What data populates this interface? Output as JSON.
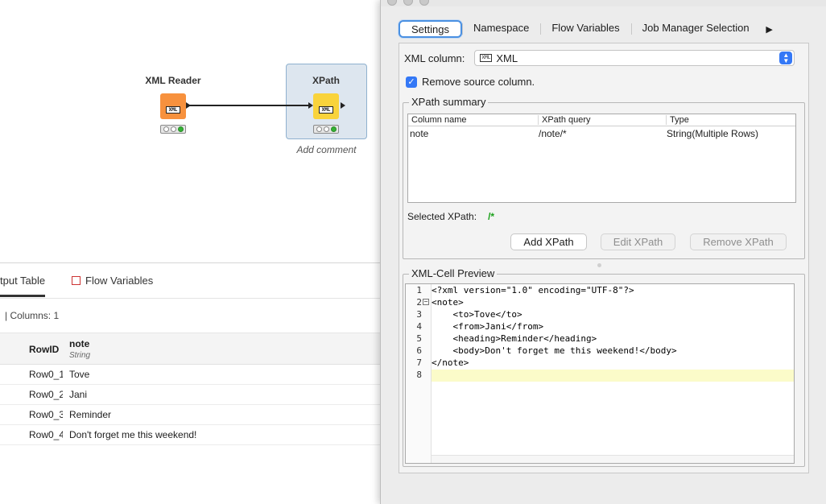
{
  "workflow": {
    "nodes": [
      {
        "title": "XML Reader",
        "icon": "xml-reader-icon",
        "color": "#f7913d",
        "glyph": "XML"
      },
      {
        "title": "XPath",
        "icon": "xpath-icon",
        "color": "#f9d33b",
        "glyph": "XML"
      }
    ],
    "add_comment": "Add comment"
  },
  "output_panel": {
    "tabs": [
      "tput Table",
      "Flow Variables"
    ],
    "meta": "|  Columns: 1",
    "columns": {
      "rowid": "RowID",
      "name": "note",
      "type": "String"
    },
    "rows": [
      {
        "rowid": "Row0_1",
        "value": "Tove"
      },
      {
        "rowid": "Row0_2",
        "value": "Jani"
      },
      {
        "rowid": "Row0_3",
        "value": "Reminder"
      },
      {
        "rowid": "Row0_4",
        "value": "Don't forget me this weekend!"
      }
    ]
  },
  "dialog": {
    "tabs": [
      "Settings",
      "Namespace",
      "Flow Variables",
      "Job Manager Selection"
    ],
    "active_tab": "Settings",
    "xml_column_label": "XML column:",
    "xml_column_chip": "XML",
    "xml_column_value": "XML",
    "remove_source_label": "Remove source column.",
    "remove_source_checked": true,
    "xpath_summary": {
      "title": "XPath summary",
      "headers": [
        "Column name",
        "XPath query",
        "Type"
      ],
      "rows": [
        [
          "note",
          "/note/*",
          "String(Multiple Rows)"
        ]
      ]
    },
    "selected_xpath_label": "Selected XPath:",
    "selected_xpath_value": "/*",
    "buttons": {
      "add": "Add XPath",
      "edit": "Edit XPath",
      "remove": "Remove XPath"
    },
    "preview": {
      "title": "XML-Cell Preview",
      "line_numbers": [
        "1",
        "2",
        "3",
        "4",
        "5",
        "6",
        "7",
        "8"
      ],
      "lines": [
        "<?xml version=\"1.0\" encoding=\"UTF-8\"?>",
        "<note>",
        "    <to>Tove</to>",
        "    <from>Jani</from>",
        "    <heading>Reminder</heading>",
        "    <body>Don't forget me this weekend!</body>",
        "</note>",
        ""
      ]
    }
  },
  "colors": {
    "accent": "#3478f6",
    "selection_green": "#19a019",
    "node_orange": "#f7913d",
    "node_yellow": "#f9d33b"
  }
}
